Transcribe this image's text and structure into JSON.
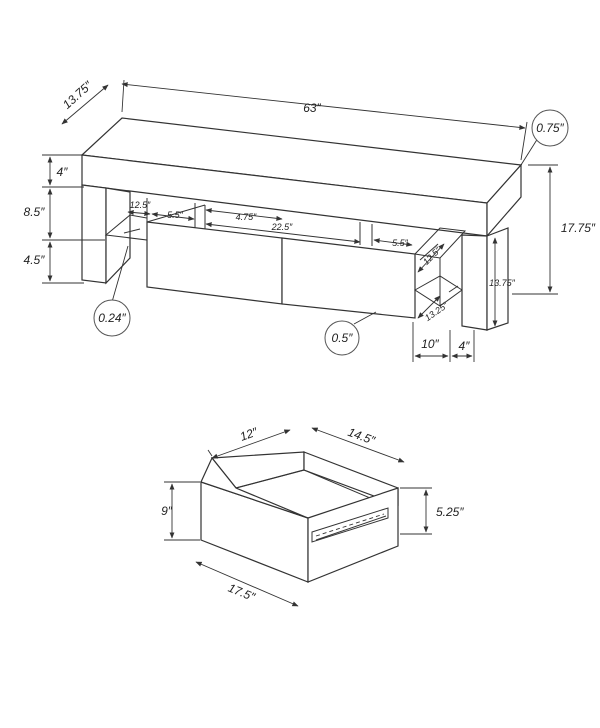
{
  "tv_stand": {
    "width": "63″",
    "depth": "13.75″",
    "top_thickness": "0.75″",
    "total_height": "17.75″",
    "top_band": "4″",
    "opening_height": "8.5″",
    "leg_clearance": "4.5″",
    "side_shelf_width": "12.5″",
    "inner_gap_left": "5.5″",
    "center_opening": "4.75″",
    "drawer_span": "22.5″",
    "inner_gap_right": "5.5″",
    "right_shelf_depth": "12.5″",
    "right_side_height": "13.75″",
    "lower_shelf_depth": "13.25″",
    "right_compartment_width": "10″",
    "right_leg_width": "4″",
    "glass_thickness": "0.24″",
    "shelf_thickness": "0.5″"
  },
  "drawer": {
    "depth": "12″",
    "width": "14.5″",
    "front_height": "9″",
    "side_height": "5.25″",
    "front_width": "17.5″"
  }
}
